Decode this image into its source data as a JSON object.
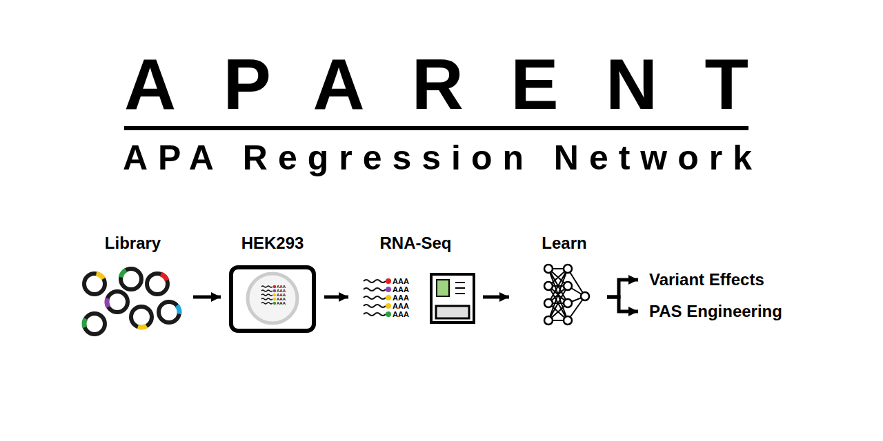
{
  "diagram": {
    "title": "APARENT",
    "nodes": [
      {
        "text": [
          "Library"
        ]
      },
      {
        "text": [
          "HEK293"
        ]
      },
      {
        "text": [
          "RNA-Seq"
        ]
      },
      {
        "text": [
          "Learn"
        ]
      },
      {
        "text": [
          "Variant Effects"
        ]
      },
      {
        "text": [
          "PAS Engineering"
        ]
      }
    ],
    "edges": [
      {
        "from": 0,
        "to": 1,
        "arrow": "to"
      },
      {
        "from": 1,
        "to": 2,
        "arrow": "to"
      },
      {
        "from": 2,
        "to": 3,
        "arrow": "to"
      },
      {
        "from": 3,
        "to": 4,
        "arrow": "to"
      },
      {
        "from": 3,
        "to": 5,
        "arrow": "to"
      }
    ],
    "labels": [
      "APA Regression Network",
      "AAA",
      "AAA",
      "AAA",
      "AAA",
      "AAA",
      "AAA",
      "AAA",
      "AAA",
      "AAA",
      "AAA"
    ]
  }
}
